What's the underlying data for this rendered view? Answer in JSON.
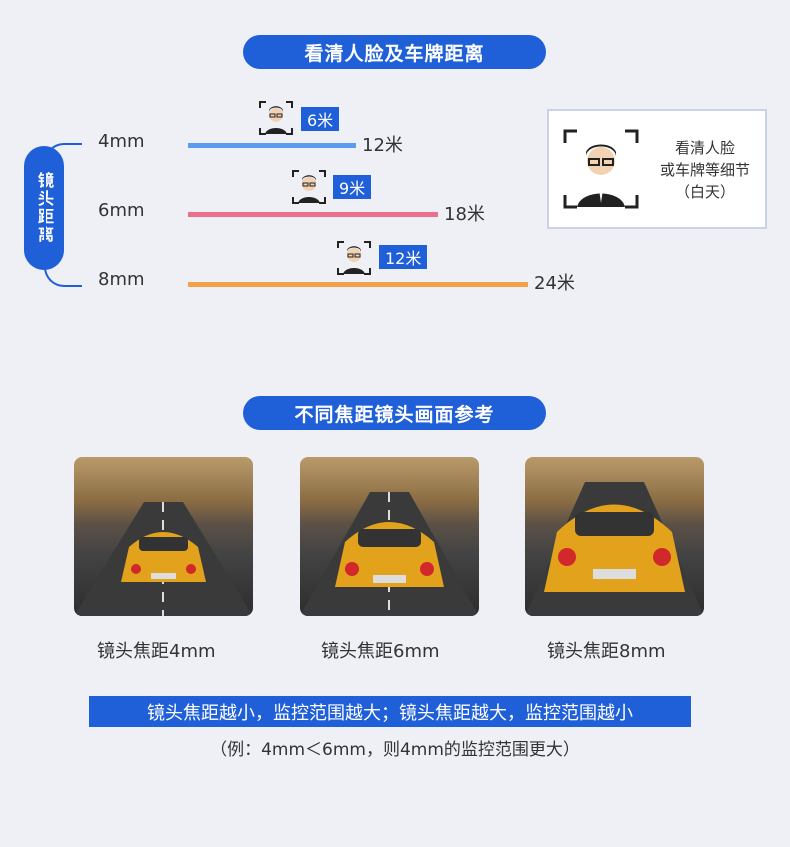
{
  "section1": {
    "title": "看清人脸及车牌距离"
  },
  "side_label": "镜头距离",
  "rows": [
    {
      "lens": "4mm",
      "face_distance": "6米",
      "max_distance": "12米",
      "color": "#5b9cf0"
    },
    {
      "lens": "6mm",
      "face_distance": "9米",
      "max_distance": "18米",
      "color": "#ec6f8c"
    },
    {
      "lens": "8mm",
      "face_distance": "12米",
      "max_distance": "24米",
      "color": "#f2a04a"
    }
  ],
  "detail_box": {
    "line1": "看清人脸",
    "line2": "或车牌等细节",
    "line3": "（白天）"
  },
  "section2": {
    "title": "不同焦距镜头画面参考"
  },
  "photos": [
    {
      "caption": "镜头焦距4mm"
    },
    {
      "caption": "镜头焦距6mm"
    },
    {
      "caption": "镜头焦距8mm"
    }
  ],
  "note": {
    "main": "镜头焦距越小，监控范围越大；镜头焦距越大，监控范围越小",
    "example": "（例：4mm＜6mm，则4mm的监控范围更大）"
  },
  "colors": {
    "accent": "#1f5fd8",
    "bar_4mm": "#5b9cf0",
    "bar_6mm": "#ec6f8c",
    "bar_8mm": "#f2a04a"
  },
  "icons": [
    "face-person-icon",
    "car-rear-icon"
  ]
}
